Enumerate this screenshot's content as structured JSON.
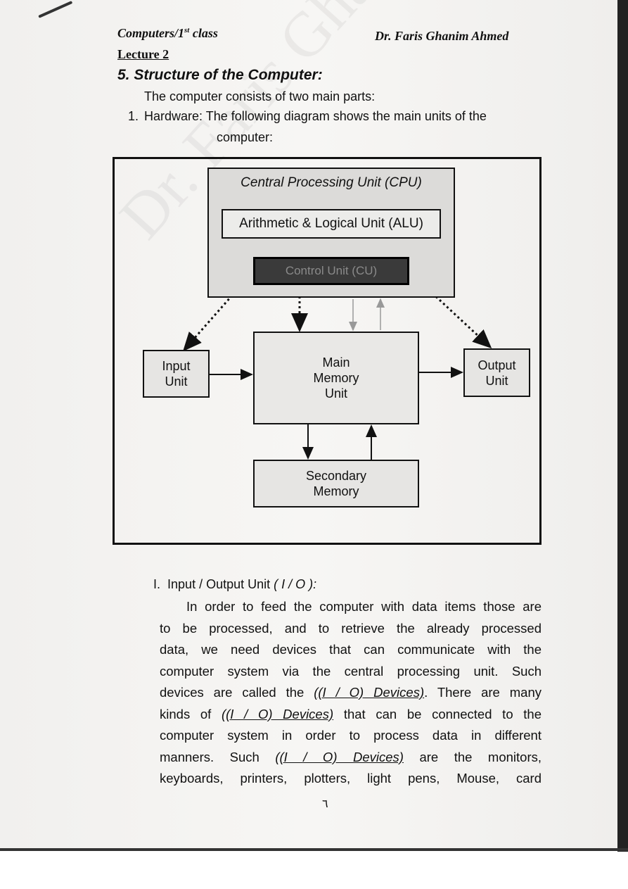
{
  "header": {
    "course": "Computers/1",
    "course_sup": "st",
    "course_suffix": " class",
    "author": "Dr. Faris Ghanim Ahmed",
    "lecture": "Lecture 2"
  },
  "section": {
    "title": "5. Structure of the Computer:",
    "intro": "The computer consists of two main parts:",
    "hardware_num": "1.",
    "hardware_text": "Hardware: The following diagram shows the main units of the",
    "hardware_cont": "computer:"
  },
  "diagram": {
    "cpu": "Central Processing Unit (CPU)",
    "alu": "Arithmetic & Logical Unit (ALU)",
    "cu": "Control Unit (CU)",
    "input_line1": "Input",
    "input_line2": "Unit",
    "memory_line1": "Main",
    "memory_line2": "Memory",
    "memory_line3": "Unit",
    "output_line1": "Output",
    "output_line2": "Unit",
    "secondary_line1": "Secondary",
    "secondary_line2": "Memory"
  },
  "io": {
    "subheading_num": "I.",
    "subheading": "Input / Output Unit",
    "subheading_paren": "( I / O ):",
    "lines": [
      "In order to feed the computer with data items those are",
      "to be processed, and to retrieve the already processed",
      "data, we need devices that can communicate with the",
      "computer system via the central processing unit.  Such"
    ],
    "line5_pre": "devices are called the ",
    "line5_u": "((I / O) Devices)",
    "line5_post": ".  There are many",
    "line6_pre": "kinds of ",
    "line6_u": "((I / O) Devices)",
    "line6_post": " that can be connected to the",
    "line7": "computer system in order to process data in different",
    "line8_pre": "manners.   Such ",
    "line8_u": "((I / O) Devices)",
    "line8_post": " are the monitors,",
    "line9": "keyboards, printers, plotters, light pens, Mouse, card"
  },
  "page_number": "٦",
  "watermark": "Dr. Faris Ghanim Ahmed"
}
